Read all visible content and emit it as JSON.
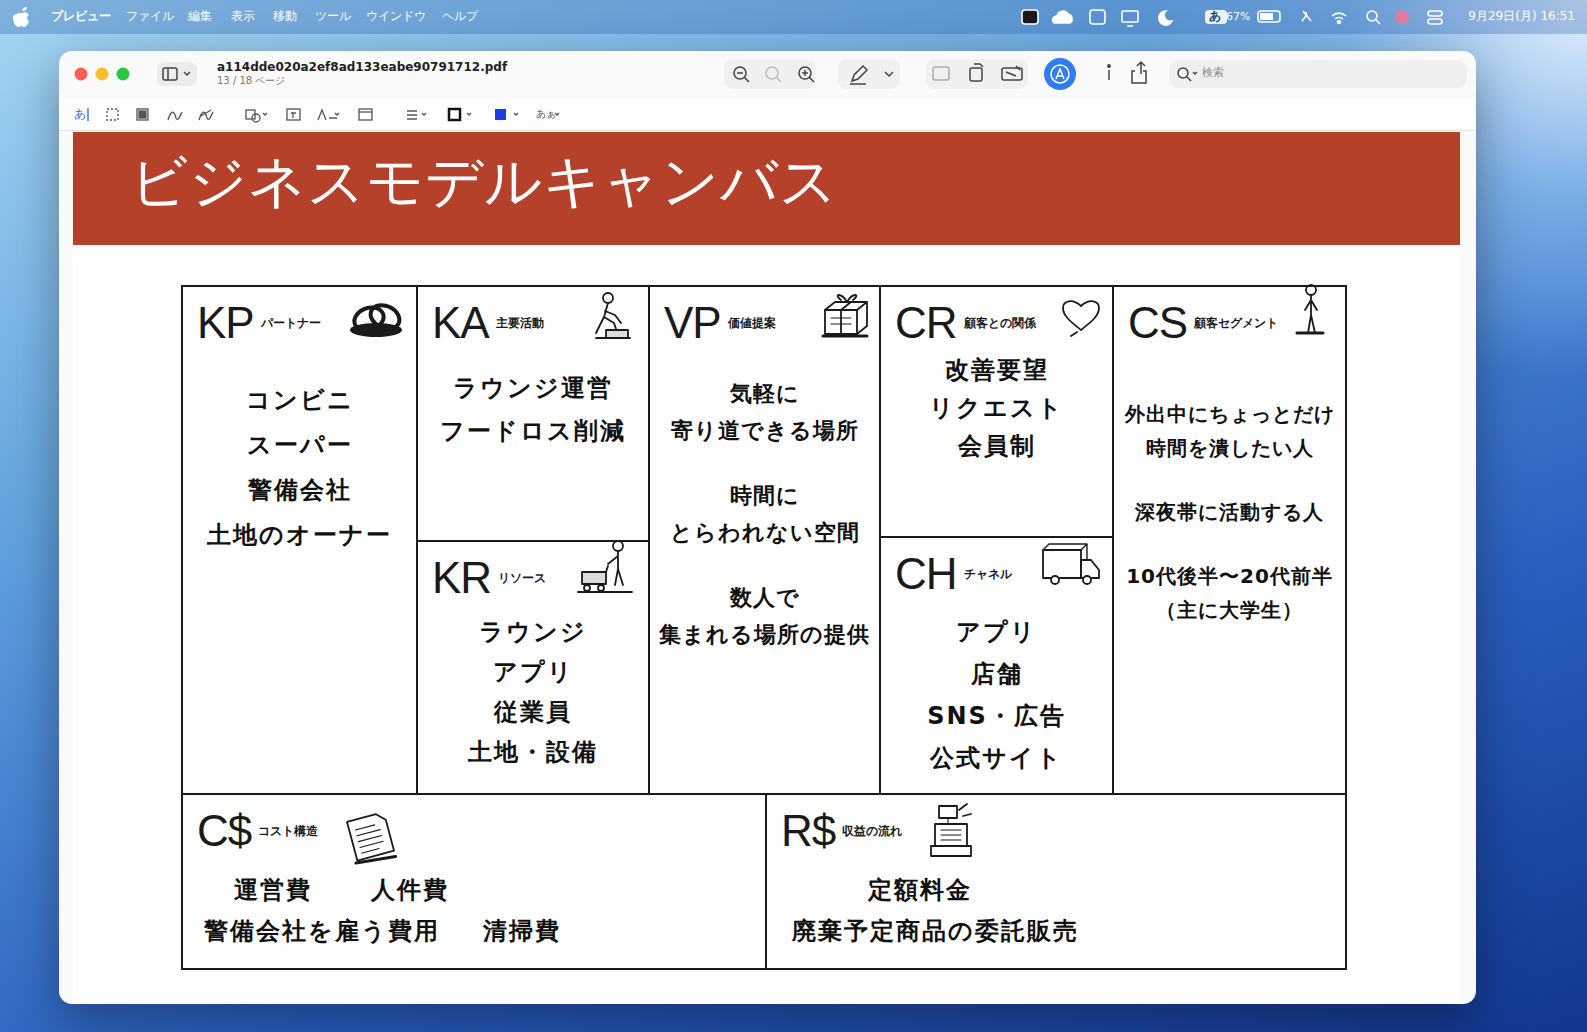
{
  "diagram": {
    "title": "ビジネスモデルキャンバス",
    "nodes": [
      {
        "text": [
          "KP",
          "パートナー",
          "コンビニ",
          "スーパー",
          "警備会社",
          "土地のオーナー"
        ]
      },
      {
        "text": [
          "KA",
          "主要活動",
          "ラウンジ運営",
          "フードロス削減"
        ]
      },
      {
        "text": [
          "KR",
          "リソース",
          "ラウンジ",
          "アプリ",
          "従業員",
          "土地・設備"
        ]
      },
      {
        "text": [
          "VP",
          "価値提案",
          "気軽に 寄り道できる場所",
          "時間に とらわれない空間",
          "数人で 集まれる場所の提供"
        ]
      },
      {
        "text": [
          "CR",
          "顧客との関係",
          "改善要望",
          "リクエスト",
          "会員制"
        ]
      },
      {
        "text": [
          "CH",
          "チャネル",
          "アプリ",
          "店舗",
          "SNS・広告",
          "公式サイト"
        ]
      },
      {
        "text": [
          "CS",
          "顧客セグメント",
          "外出中にちょっとだけ 時間を潰したい人",
          "深夜帯に活動する人",
          "10代後半〜20代前半 （主に大学生）"
        ]
      },
      {
        "text": [
          "C$",
          "コスト構造",
          "運営費",
          "人件費",
          "警備会社を雇う費用",
          "清掃費"
        ]
      },
      {
        "text": [
          "R$",
          "収益の流れ",
          "定額料金",
          "廃棄予定商品の委託販売"
        ]
      }
    ],
    "labels": [
      "プレビュー",
      "ファイル",
      "編集",
      "表示",
      "移動",
      "ツール",
      "ウインドウ",
      "ヘルプ",
      "あ",
      "67%",
      "9月29日(月) 16:51",
      "a114dde020a2ef8ad133eabe90791712.pdf",
      "13 / 18 ページ",
      "検索",
      "あ",
      "あぁ"
    ]
  }
}
